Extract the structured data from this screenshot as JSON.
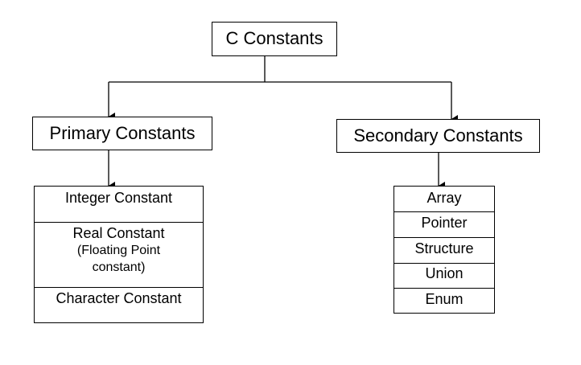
{
  "diagram": {
    "root": {
      "label": "C Constants"
    },
    "primary": {
      "label": "Primary Constants",
      "items": [
        {
          "label": "Integer Constant"
        },
        {
          "label": "Real Constant",
          "sub_line1": "(Floating Point",
          "sub_line2": "constant)"
        },
        {
          "label": "Character Constant"
        }
      ]
    },
    "secondary": {
      "label": "Secondary Constants",
      "items": [
        {
          "label": "Array"
        },
        {
          "label": "Pointer"
        },
        {
          "label": "Structure"
        },
        {
          "label": "Union"
        },
        {
          "label": "Enum"
        }
      ]
    },
    "colors": {
      "line": "#000000",
      "box_fill": "#ffffff",
      "background": "#ffffff"
    }
  }
}
